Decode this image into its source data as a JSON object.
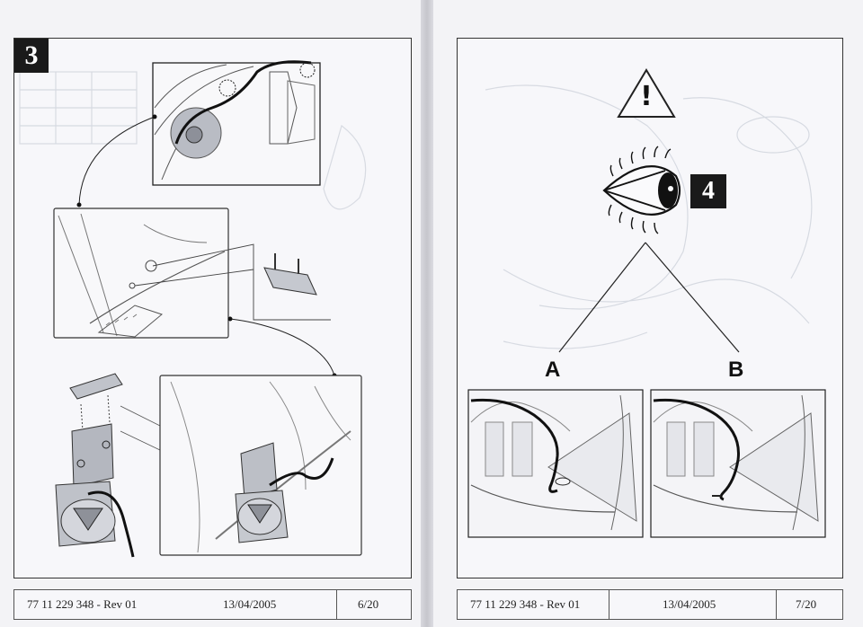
{
  "left_page": {
    "step_number": "3",
    "footer": {
      "doc_ref": "77 11 229 348 - Rev 01",
      "date": "13/04/2005",
      "page": "6/20"
    }
  },
  "right_page": {
    "step_number": "4",
    "warning_symbol": "!",
    "option_a_label": "A",
    "option_b_label": "B",
    "footer": {
      "doc_ref": "77 11 229 348 - Rev 01",
      "date": "13/04/2005",
      "page": "7/20"
    }
  },
  "icons": [
    "warning-triangle-icon",
    "eye-inspect-icon"
  ],
  "colors": {
    "paper": "#f3f3f6",
    "ink": "#1a1a1a",
    "faint": "#c9cdd6"
  }
}
